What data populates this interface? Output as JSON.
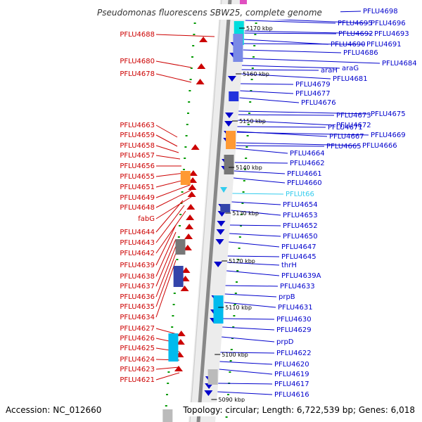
{
  "title": "Pseudomonas fluorescens SBW25, complete genome",
  "footer": {
    "accession": "Accession: NC_012660",
    "summary": "Topology: circular; Length: 6,722,539 bp; Genes: 6,018"
  },
  "colors": {
    "forward": "#0000cc",
    "reverse": "#cc0000",
    "rna": "#33ccee",
    "backbone": "#888888",
    "ticks": "#009900"
  },
  "kbp_ticks": [
    "5170 kbp",
    "5160 kbp",
    "5150 kbp",
    "5140 kbp",
    "5130 kbp",
    "5120 kbp",
    "5110 kbp",
    "5100 kbp",
    "5090 kbp"
  ],
  "left_labels": [
    "PFLU4688",
    "PFLU4680",
    "PFLU4678",
    "PFLU4663",
    "PFLU4659",
    "PFLU4658",
    "PFLU4657",
    "PFLU4656",
    "PFLU4655",
    "PFLU4651",
    "PFLU4649",
    "PFLU4648",
    "fabG",
    "PFLU4644",
    "PFLU4643",
    "PFLU4642",
    "PFLU4639",
    "PFLU4638",
    "PFLU4637",
    "PFLU4636",
    "PFLU4635",
    "PFLU4634",
    "PFLU4627",
    "PFLU4626",
    "PFLU4625",
    "PFLU4624",
    "PFLU4623",
    "PFLU4621"
  ],
  "right_labels": [
    "PFLU4698",
    "PFLU4695",
    "PFLU4696",
    "PFLU4692",
    "PFLU4693",
    "PFLU4690",
    "PFLU4691",
    "PFLU4686",
    "PFLU4684",
    "araH",
    "araG",
    "PFLU4681",
    "PFLU4679",
    "PFLU4677",
    "PFLU4676",
    "PFLU4673",
    "PFLU4675",
    "PFLU4672",
    "PFLU4671",
    "PFLU4669",
    "PFLU4667",
    "PFLU4665",
    "PFLU4666",
    "PFLU4664",
    "PFLU4662",
    "PFLU4661",
    "PFLU4660",
    "PFLUt66",
    "PFLU4654",
    "PFLU4653",
    "PFLU4652",
    "PFLU4650",
    "PFLU4647",
    "PFLU4645",
    "thrH",
    "PFLU4639A",
    "PFLU4633",
    "prpB",
    "PFLU4631",
    "PFLU4630",
    "PFLU4629",
    "prpD",
    "PFLU4622",
    "PFLU4620",
    "PFLU4619",
    "PFLU4617",
    "PFLU4616"
  ]
}
